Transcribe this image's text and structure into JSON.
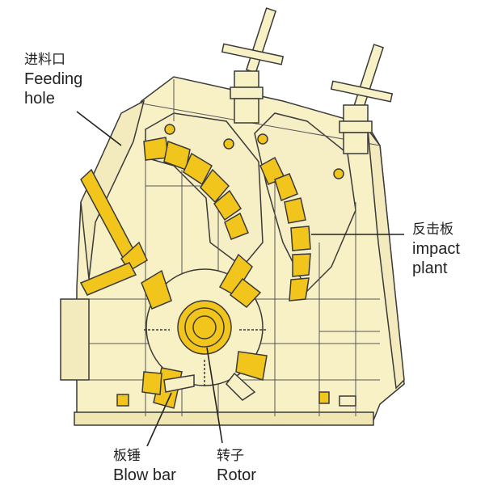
{
  "labels": {
    "feeding_hole": {
      "zh": "进料口",
      "en_line1": "Feeding",
      "en_line2": "hole"
    },
    "impact_plant": {
      "zh": "反击板",
      "en_line1": "impact",
      "en_line2": "plant"
    },
    "blow_bar": {
      "zh": "板锤",
      "en": "Blow bar"
    },
    "rotor": {
      "zh": "转子",
      "en": "Rotor"
    }
  },
  "colors": {
    "housing_fill": "#f8f1c6",
    "part_fill": "#f2c51c",
    "outline": "#3a3a3a",
    "background": "#ffffff"
  }
}
